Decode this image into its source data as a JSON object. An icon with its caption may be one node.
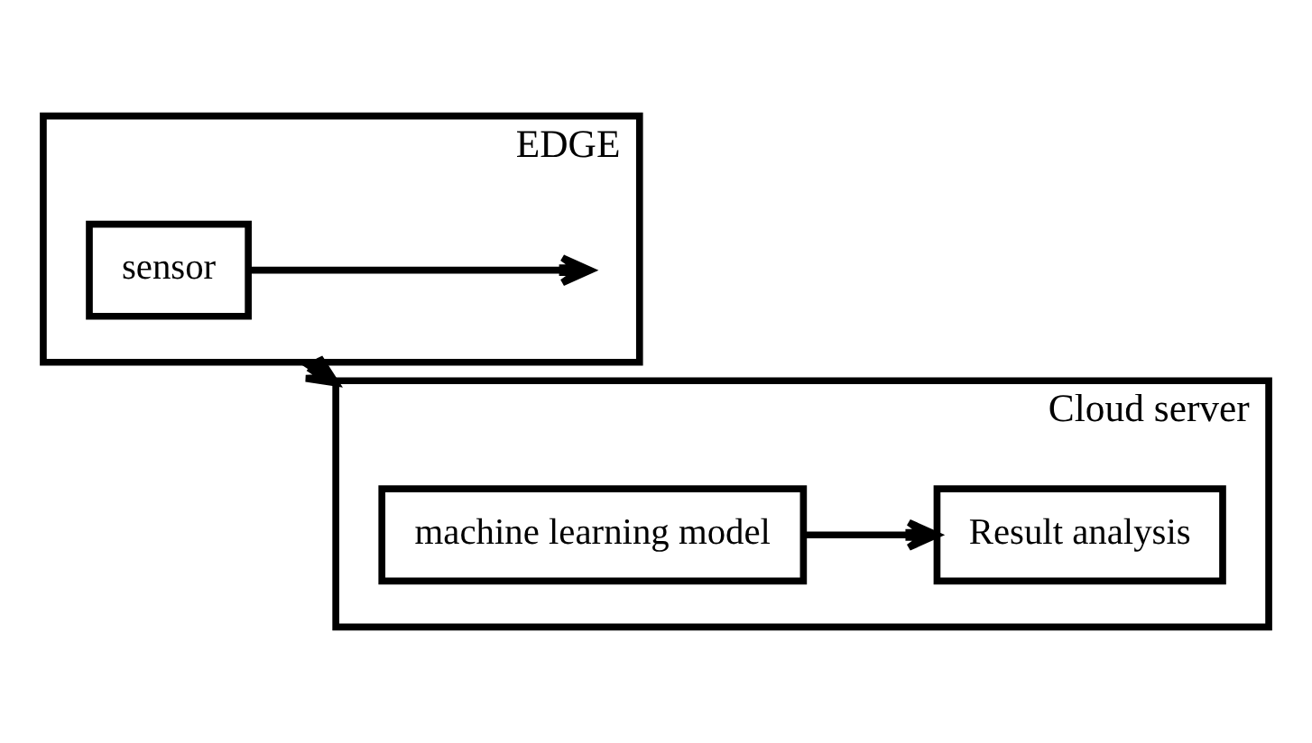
{
  "diagram": {
    "nodes": [
      {
        "text": [
          "EDGE"
        ]
      },
      {
        "text": [
          "sensor"
        ],
        "in": 0
      },
      {
        "text": [
          "Cloud server"
        ]
      },
      {
        "text": [
          "machine learning model"
        ],
        "in": 2
      },
      {
        "text": [
          "Result analysis"
        ],
        "in": 2
      }
    ],
    "edges": [
      {
        "from": 1,
        "to": null,
        "arrow": "to"
      },
      {
        "from": 0,
        "to": 2,
        "arrow": "to"
      },
      {
        "from": 3,
        "to": 4,
        "arrow": "to"
      }
    ]
  }
}
